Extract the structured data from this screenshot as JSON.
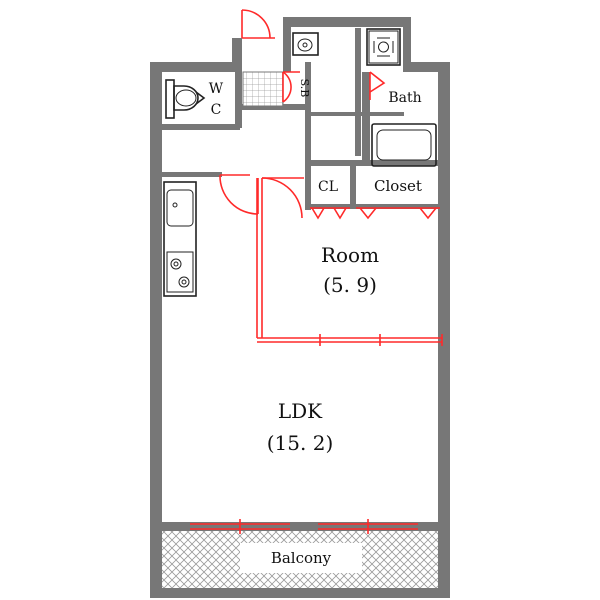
{
  "rooms": {
    "room": {
      "name": "Room",
      "area": "(5. 9)"
    },
    "ldk": {
      "name": "LDK",
      "area": "(15. 2)"
    },
    "bath": "Bath",
    "closet": "Closet",
    "cl": "CL",
    "wc_w": "W",
    "wc_c": "C",
    "sb": "S.B",
    "balcony": "Balcony"
  },
  "colors": {
    "wall": "#777777",
    "door_window": "#ff2a2a",
    "line": "#222222"
  }
}
